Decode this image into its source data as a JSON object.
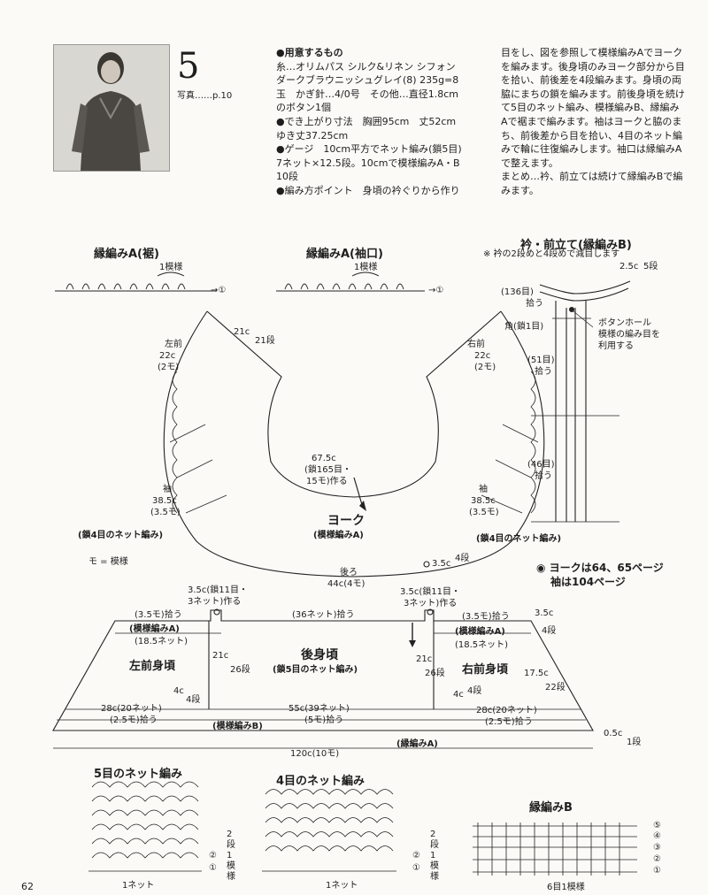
{
  "header": {
    "number": "5",
    "photo_ref": "写真……p.10"
  },
  "materials": {
    "lines": [
      "●用意するもの",
      "糸…オリムパス シルク&リネン シフォン",
      "ダークブラウニッシュグレイ(8) 235g=8",
      "玉　かぎ針…4/0号　その他…直径1.8cm",
      "のボタン1個",
      "●でき上がり寸法　胸囲95cm　丈52cm",
      "ゆき丈37.25cm",
      "●ゲージ　10cm平方でネット編み(鎖5目)",
      "7ネット×12.5段。10cmで模様編みA・B",
      "10段",
      "●編み方ポイント　身頃の衿ぐりから作り"
    ]
  },
  "instructions": {
    "lines": [
      "目をし、図を参照して模様編みAでヨーク",
      "を編みます。後身頃のみヨーク部分から目",
      "を拾い、前後差を4段編みます。身頃の両",
      "脇にまちの鎖を編みます。前後身頃を続け",
      "て5目のネット編み、模様編みB、縁編み",
      "Aで裾まで編みます。袖はヨークと脇のま",
      "ち、前後差から目を拾い、4目のネット編",
      "みで輪に往復編みします。袖口は縁編みA",
      "で整えます。",
      "まとめ…衿、前立ては続けて縁編みBで編",
      "みます。"
    ]
  },
  "labels": {
    "edging_a_hem": "縁編みA(裾)",
    "edging_a_cuff": "縁編みA(袖口)",
    "one_pattern": "1模様",
    "one_pattern_b": "1模様",
    "arrow_one": "→①",
    "arrow_one_b": "→①",
    "collar_title": "衿・前立て(縁編みB)",
    "collar_note": "※ 衿の2段めと4段めで減目します",
    "collar_25": "2.5c",
    "collar_5dan": "5段",
    "collar_136": "(136目)",
    "collar_136b": "拾う",
    "corner": "角(鎖1目)",
    "buttonhole1": "ボタンホール",
    "buttonhole2": "模様の編み目を",
    "buttonhole3": "利用する",
    "collar_51": "(51目)",
    "collar_51b": "拾う",
    "collar_46": "(46目)",
    "collar_46b": "拾う",
    "left_front": "左前",
    "left_front_22": "22c",
    "left_front_2m": "(2モ)",
    "right_front": "右前",
    "right_front_22": "22c",
    "right_front_2m": "(2モ)",
    "yoke_21c": "21c",
    "yoke_21dan": "21段",
    "neck_675": "67.5c",
    "neck_165": "(鎖165目・",
    "neck_15m": "15モ)作る",
    "sleeve_l": "袖",
    "sleeve_l_385": "38.5c",
    "sleeve_l_35m": "(3.5モ)",
    "sleeve_r": "袖",
    "sleeve_r_385": "38.5c",
    "sleeve_r_35m": "(3.5モ)",
    "yoke": "ヨーク",
    "yoke_pattern": "(模様編みA)",
    "net4_l": "(鎖4目のネット編み)",
    "net4_r": "(鎖4目のネット編み)",
    "mo_note": "モ = 模様",
    "back": "後ろ",
    "back_44": "44c(4モ)",
    "r_35c": "3.5c",
    "r_4dan": "4段",
    "ref_note1": "◉ ヨークは64、65ページ",
    "ref_note2": "袖は104ページ",
    "tl_35": "3.5c(鎖11目・",
    "tl_3net": "3ネット)作る",
    "tr_35": "3.5c(鎖11目・",
    "tr_3net": "3ネット)作る",
    "pick_35_l": "(3.5モ)拾う",
    "pick_36": "(36ネット)拾う",
    "pick_35_r": "(3.5モ)拾う",
    "r_35c2": "3.5c",
    "r_4dan2": "4段",
    "pat_a_l": "(模様編みA)",
    "pat_a_r": "(模様編みA)",
    "net185_l": "(18.5ネット)",
    "net185_r": "(18.5ネット)",
    "back_body": "後身頃",
    "back_body_sub": "(鎖5目のネット編み)",
    "left_body": "左前身頃",
    "right_body": "右前身頃",
    "c21_l": "21c",
    "d26_l": "26段",
    "c21_r": "21c",
    "d26_r": "26段",
    "c4_l": "4c",
    "d4_l": "4段",
    "c4_r": "4c",
    "d4_r": "4段",
    "c175": "17.5c",
    "d22": "22段",
    "w28_l": "28c(20ネット)",
    "w55": "55c(39ネット)",
    "w28_r": "28c(20ネット)",
    "m25_l": "(2.5モ)拾う",
    "m5": "(5モ)拾う",
    "m25_r": "(2.5モ)拾う",
    "pat_b": "(模様編みB)",
    "edge_a": "(縁編みA)",
    "c05": "0.5c",
    "d1": "1段",
    "w120": "120c(10モ)",
    "net5_title": "5目のネット編み",
    "net4_title": "4目のネット編み",
    "edging_b_title": "縁編みB",
    "two_dan": "2段1模様",
    "two_dan_b": "2段1模様",
    "one_net": "1ネット",
    "one_net_b": "1ネット",
    "row2": "②",
    "row1": "①",
    "row2b": "②",
    "row1b": "①",
    "rows_b": [
      "⑤",
      "④",
      "③",
      "②",
      "①"
    ],
    "bottom_cut": "6目1模様"
  },
  "page_number": "62"
}
